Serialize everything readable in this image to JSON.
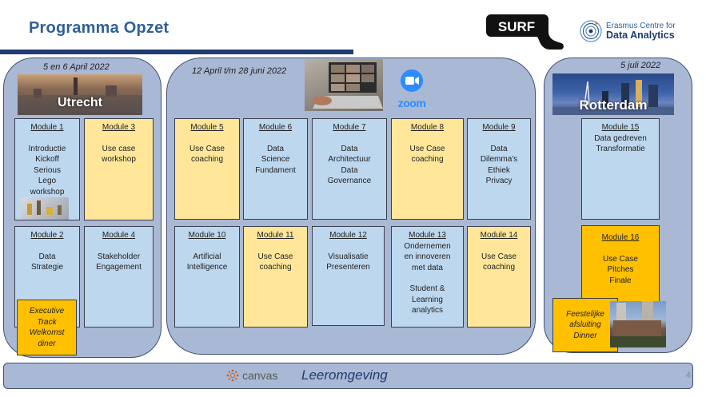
{
  "header": {
    "title": "Programma Opzet",
    "logos": {
      "surf": "SURF",
      "erasmus_line1": "Erasmus Centre for",
      "erasmus_line2": "Data Analytics"
    }
  },
  "colors": {
    "title_blue": "#2e5f9a",
    "panel_bg": "#a9b8d4",
    "module_blue": "#bdd7ee",
    "module_yellow": "#ffe699",
    "module_gold": "#ffc000",
    "dark_navy": "#1f3b73"
  },
  "left_panel": {
    "date": "5 en 6 April 2022",
    "city": "Utrecht",
    "modules": [
      {
        "title": "Module 1",
        "lines": [
          "Introductie",
          "Kickoff",
          "Serious",
          "Lego",
          "workshop"
        ]
      },
      {
        "title": "Module 3",
        "lines": [
          "Use case",
          "workshop"
        ]
      },
      {
        "title": "Module 2",
        "lines": [
          "Data",
          "Strategie"
        ]
      },
      {
        "title": "Module 4",
        "lines": [
          "Stakeholder",
          "Engagement"
        ]
      }
    ],
    "event": [
      "Executive",
      "Track",
      "Welkomst",
      "diner"
    ]
  },
  "mid_panel": {
    "date": "12 April t/m 28 juni 2022",
    "platform": "zoom",
    "modules": [
      {
        "title": "Module 5",
        "lines": [
          "Use Case",
          "coaching"
        ]
      },
      {
        "title": "Module 6",
        "lines": [
          "Data",
          "Science",
          "Fundament"
        ]
      },
      {
        "title": "Module 7",
        "lines": [
          "Data",
          "Architectuur",
          "Data",
          "Governance"
        ]
      },
      {
        "title": "Module 8",
        "lines": [
          "Use Case",
          "coaching"
        ]
      },
      {
        "title": "Module 9",
        "lines": [
          "Data",
          "Dilemma's",
          "Ethiek",
          "Privacy"
        ]
      },
      {
        "title": "Module 10",
        "lines": [
          "Artificial",
          "Intelligence"
        ]
      },
      {
        "title": "Module 11",
        "lines": [
          "Use Case",
          "coaching"
        ]
      },
      {
        "title": "Module 12",
        "lines": [
          "Visualisatie",
          "Presenteren"
        ]
      },
      {
        "title": "Module 13",
        "lines": [
          "Ondernemen",
          "en innoveren",
          "met data",
          "",
          "Student &",
          "Learning",
          "analytics"
        ]
      },
      {
        "title": "Module 14",
        "lines": [
          "Use Case",
          "coaching"
        ]
      }
    ]
  },
  "right_panel": {
    "date": "5 juli 2022",
    "city": "Rotterdam",
    "modules": [
      {
        "title": "Module 15",
        "lines": [
          "Data gedreven",
          "Transformatie"
        ]
      },
      {
        "title": "Module 16",
        "lines": [
          "Use Case",
          "Pitches",
          "Finale"
        ]
      }
    ],
    "event": [
      "Feestelijke",
      "afsluiting",
      "Dinner"
    ]
  },
  "footer": {
    "brand": "canvas",
    "label": "Leeromgeving",
    "page_number": "4"
  }
}
